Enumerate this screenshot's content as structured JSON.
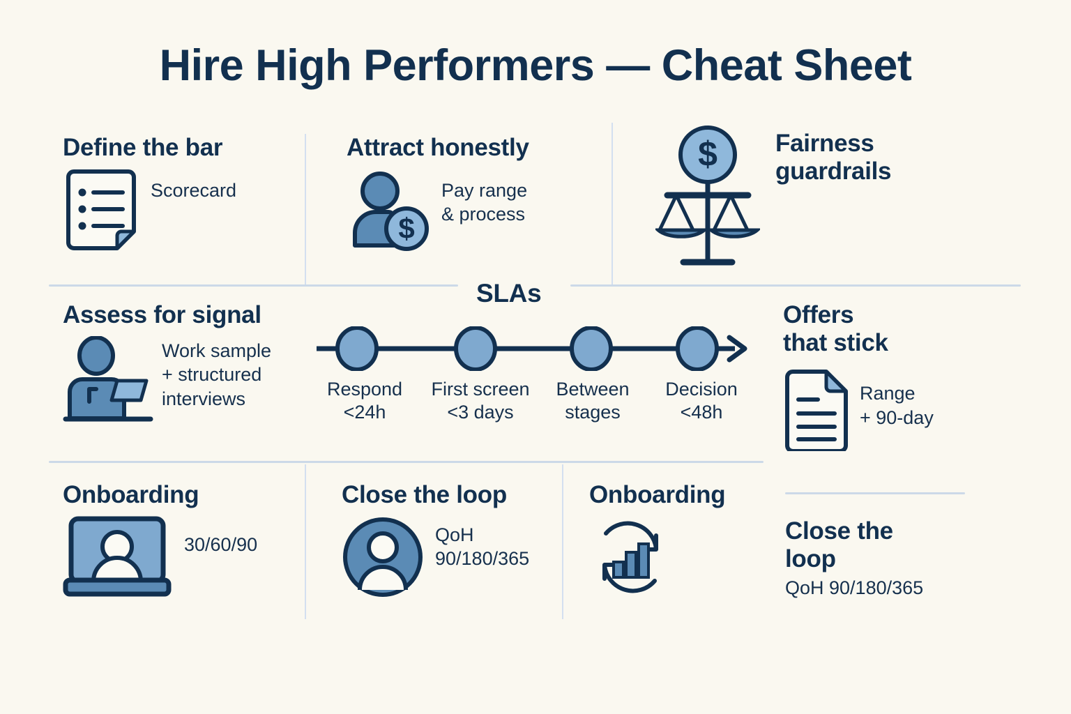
{
  "page": {
    "title": "Hire High Performers — Cheat Sheet",
    "background_color": "#faf8f0",
    "ink_color": "#12304f",
    "accent_blue": "#5b8bb5",
    "accent_light_blue": "#8fb8db",
    "divider_color": "#ccd9e8"
  },
  "cards": {
    "define_the_bar": {
      "title": "Define the bar",
      "note": "Scorecard",
      "icon": "scorecard-document-icon"
    },
    "attract_honestly": {
      "title": "Attract honestly",
      "note": "Pay range\n& process",
      "icon": "person-with-dollar-coin-icon"
    },
    "fairness_guardrails": {
      "title": "Fairness\nguardrails",
      "note": "",
      "icon": "balance-scale-with-dollar-icon"
    },
    "assess_for_signal": {
      "title": "Assess for signal",
      "note": "Work sample\n+ structured\ninterviews",
      "icon": "person-at-laptop-icon"
    },
    "offers_that_stick": {
      "title": "Offers\nthat stick",
      "note": "Range\n+ 90-day",
      "icon": "offer-document-icon"
    },
    "onboarding_left": {
      "title": "Onboarding",
      "note": "30/60/90",
      "icon": "monitor-person-icon"
    },
    "close_the_loop_mid": {
      "title": "Close the loop",
      "note": "QoH\n90/180/365",
      "icon": "avatar-circle-icon"
    },
    "onboarding_mid": {
      "title": "Onboarding",
      "note": "",
      "icon": "cycle-bar-chart-icon"
    },
    "close_the_loop_right": {
      "title": "Close the\nloop",
      "note": "QoH 90/180/365",
      "icon": "none"
    }
  },
  "sla": {
    "heading": "SLAs",
    "steps": [
      {
        "label": "Respond\n<24h"
      },
      {
        "label": "First screen\n<3 days"
      },
      {
        "label": "Between\nstages"
      },
      {
        "label": "Decision\n<48h"
      }
    ]
  }
}
